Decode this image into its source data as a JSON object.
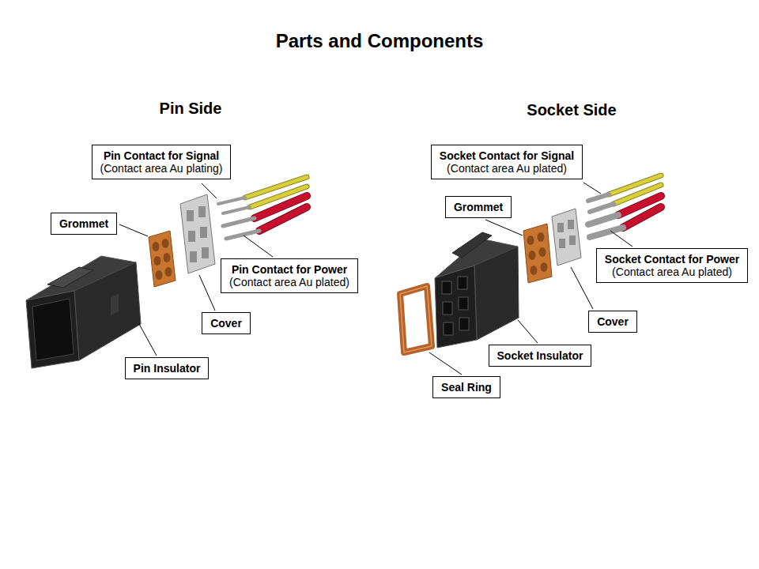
{
  "diagram": {
    "title": "Parts and Components",
    "nodes": [
      {
        "text": [
          "Pin Contact for Signal",
          "(Contact area Au plating)"
        ]
      },
      {
        "text": [
          "Grommet"
        ]
      },
      {
        "text": [
          "Pin Contact for Power",
          "(Contact area Au plated)"
        ]
      },
      {
        "text": [
          "Cover"
        ]
      },
      {
        "text": [
          "Pin Insulator"
        ]
      },
      {
        "text": [
          "Socket Contact for Signal",
          "(Contact area Au plated)"
        ]
      },
      {
        "text": [
          "Grommet"
        ]
      },
      {
        "text": [
          "Socket Contact for Power",
          "(Contact area Au plated)"
        ]
      },
      {
        "text": [
          "Cover"
        ]
      },
      {
        "text": [
          "Socket Insulator"
        ]
      },
      {
        "text": [
          "Seal Ring"
        ]
      }
    ],
    "labels": [
      "Pin Side",
      "Socket Side"
    ]
  }
}
